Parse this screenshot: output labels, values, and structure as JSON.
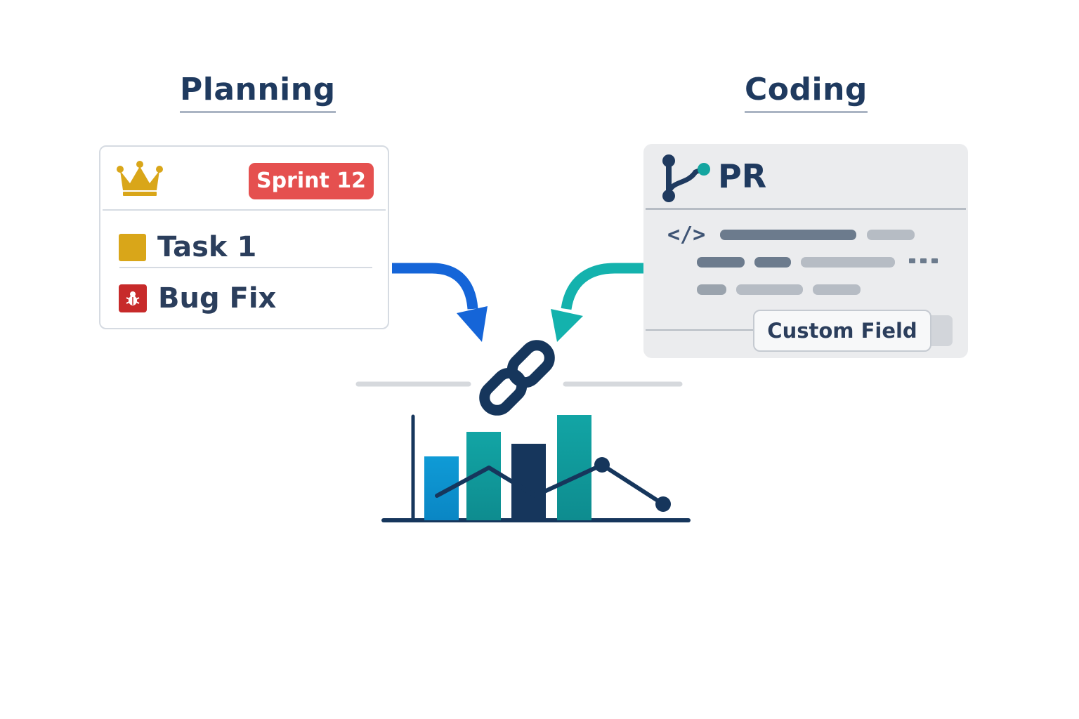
{
  "headings": {
    "planning": "Planning",
    "coding": "Coding"
  },
  "planning_card": {
    "badge": "Sprint 12",
    "items": [
      {
        "label": "Task 1",
        "icon": "task-square-icon"
      },
      {
        "label": "Bug Fix",
        "icon": "bug-icon"
      }
    ]
  },
  "coding_card": {
    "title": "PR",
    "code_icon": "</>",
    "custom_field": "Custom Field"
  },
  "icons": {
    "crown": "crown-icon",
    "branch": "git-branch-icon",
    "code": "code-icon",
    "link": "chain-link-icon",
    "chart": "bar-line-chart-icon"
  },
  "colors": {
    "heading": "#1f3a5f",
    "sprint_badge": "#e5504f",
    "task": "#d9a619",
    "bug": "#c72a2a",
    "arrow_planning": "#1565d8",
    "arrow_coding": "#14b2ad",
    "chart_navy": "#16365c",
    "chart_teal": "#12a5a5",
    "chart_blue": "#0f9bd6"
  }
}
